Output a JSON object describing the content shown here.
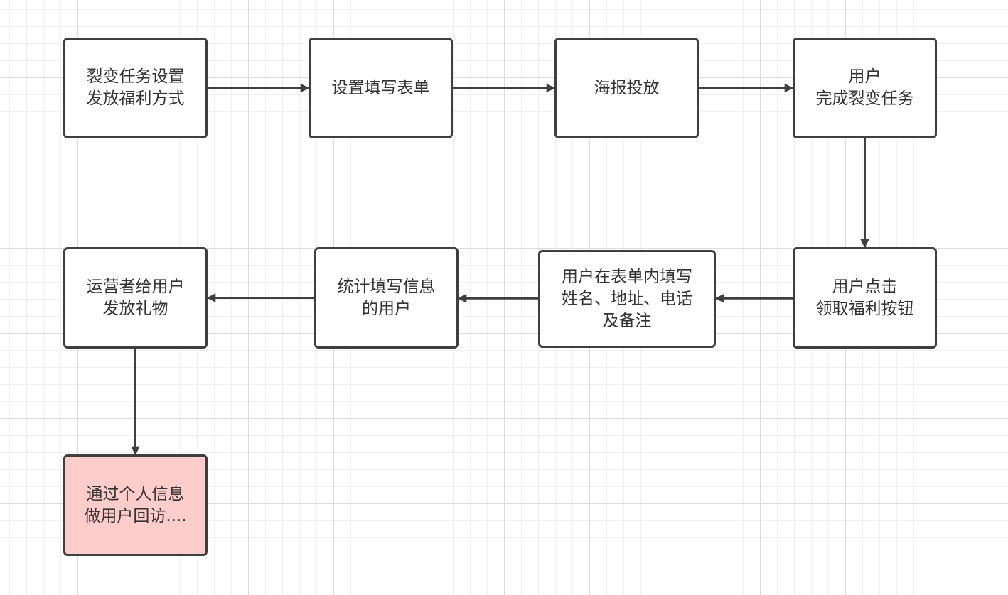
{
  "diagram": {
    "nodes": [
      {
        "id": "n1",
        "text": "裂变任务设置\n发放福利方式",
        "fill": "#ffffff"
      },
      {
        "id": "n2",
        "text": "设置填写表单",
        "fill": "#ffffff"
      },
      {
        "id": "n3",
        "text": "海报投放",
        "fill": "#ffffff"
      },
      {
        "id": "n4",
        "text": "用户\n完成裂变任务",
        "fill": "#ffffff"
      },
      {
        "id": "n5",
        "text": "用户点击\n领取福利按钮",
        "fill": "#ffffff"
      },
      {
        "id": "n6",
        "text": "用户在表单内填写\n姓名、地址、电话\n及备注",
        "fill": "#ffffff"
      },
      {
        "id": "n7",
        "text": "统计填写信息\n的用户",
        "fill": "#ffffff"
      },
      {
        "id": "n8",
        "text": "运营者给用户\n发放礼物",
        "fill": "#ffffff"
      },
      {
        "id": "n9",
        "text": "通过个人信息\n做用户回访....",
        "fill": "#ffcccc"
      }
    ],
    "edges": [
      {
        "from": "n1",
        "to": "n2"
      },
      {
        "from": "n2",
        "to": "n3"
      },
      {
        "from": "n3",
        "to": "n4"
      },
      {
        "from": "n4",
        "to": "n5"
      },
      {
        "from": "n5",
        "to": "n6"
      },
      {
        "from": "n6",
        "to": "n7"
      },
      {
        "from": "n7",
        "to": "n8"
      },
      {
        "from": "n8",
        "to": "n9"
      }
    ],
    "colors": {
      "stroke": "#3f3f3f",
      "text": "#333333",
      "highlight": "#ffcccc"
    }
  }
}
